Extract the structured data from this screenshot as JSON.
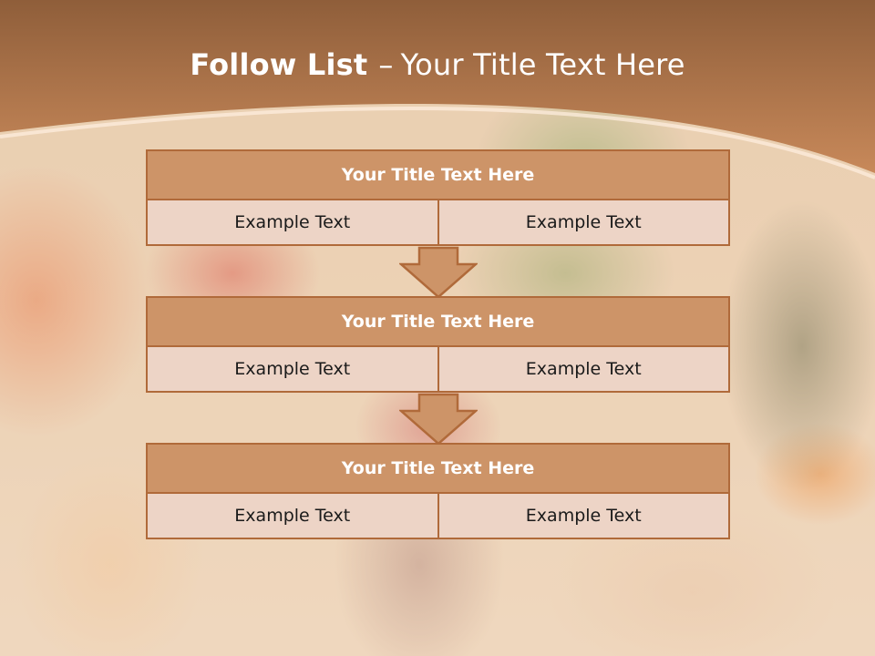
{
  "slide": {
    "title_bold": "Follow List",
    "title_separator": "–",
    "title_rest": "Your Title Text Here"
  },
  "blocks": [
    {
      "title": "Your Title Text Here",
      "cells": [
        "Example Text",
        "Example Text"
      ]
    },
    {
      "title": "Your Title Text Here",
      "cells": [
        "Example Text",
        "Example Text"
      ]
    },
    {
      "title": "Your Title Text Here",
      "cells": [
        "Example Text",
        "Example Text"
      ]
    }
  ],
  "colors": {
    "header_top": "#8f5e3a",
    "header_bottom": "#c8895a",
    "block_title_fill": "#cd9468",
    "block_cell_fill": "#edd4c6",
    "border": "#b06a3a"
  },
  "icons": {
    "connector": "down-arrow-icon"
  }
}
